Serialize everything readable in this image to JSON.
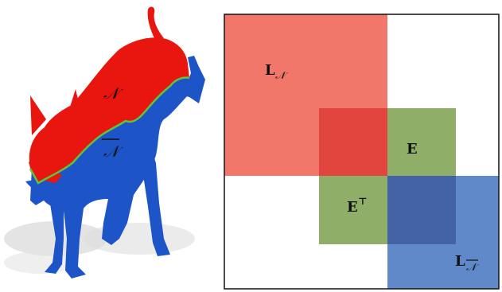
{
  "figure": {
    "mesh": {
      "region_top_label": "𝒩",
      "region_bottom_label": "𝒩",
      "region_top_color": "#e8160f",
      "region_bottom_color": "#1d55c8",
      "boundary_color": "#5fc43a"
    },
    "matrix": {
      "blocks": {
        "top_left": {
          "label": "L",
          "subscript": "𝒩",
          "color": "#f0776a"
        },
        "top_right": {
          "label": "E",
          "color": "#8fae68"
        },
        "bottom_left": {
          "label": "E",
          "superscript": "⊤",
          "color": "#8fae68"
        },
        "bottom_right": {
          "label": "L",
          "subscript": "𝒩",
          "color": "#5f89c9"
        }
      },
      "overlap_top_color": "#e2453e",
      "overlap_bottom_color": "#4462a6",
      "frame_color": "#111111"
    }
  }
}
